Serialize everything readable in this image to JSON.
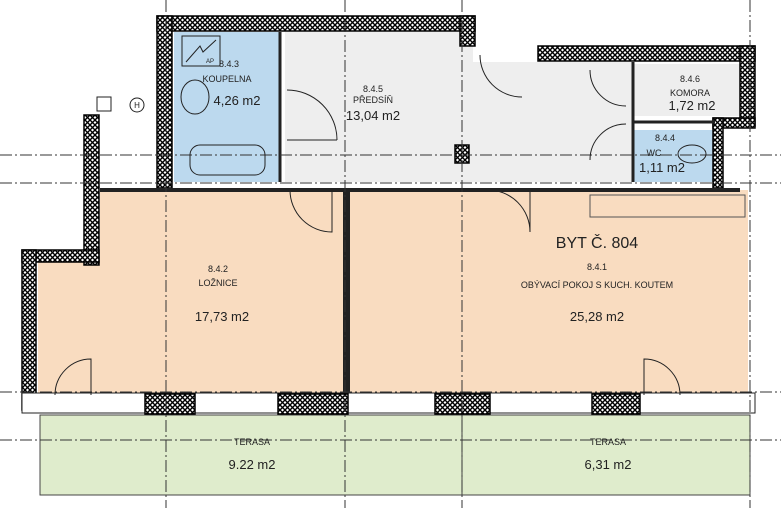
{
  "apartment": {
    "title": "BYT Č. 804"
  },
  "rooms": [
    {
      "code": "8.4.1",
      "name": "OBÝVACÍ POKOJ S KUCH. KOUTEM",
      "area": "25,28 m2"
    },
    {
      "code": "8.4.2",
      "name": "LOŽNICE",
      "area": "17,73 m2"
    },
    {
      "code": "8.4.3",
      "name": "KOUPELNA",
      "area": "4,26 m2"
    },
    {
      "code": "8.4.4",
      "name": "WC",
      "area": "1,11 m2"
    },
    {
      "code": "8.4.5",
      "name": "PŘEDSÍŇ",
      "area": "13,04 m2"
    },
    {
      "code": "8.4.6",
      "name": "KOMORA",
      "area": "1,72 m2"
    }
  ],
  "terraces": [
    {
      "name": "TERASA",
      "area": "9.22 m2"
    },
    {
      "name": "TERASA",
      "area": "6,31 m2"
    }
  ],
  "symbols": {
    "ap": "AP",
    "h": "H"
  },
  "colors": {
    "living": "#f9dcc0",
    "wet": "#bcd9ee",
    "hall": "#eeeeee",
    "terrace": "#dfeccc"
  }
}
